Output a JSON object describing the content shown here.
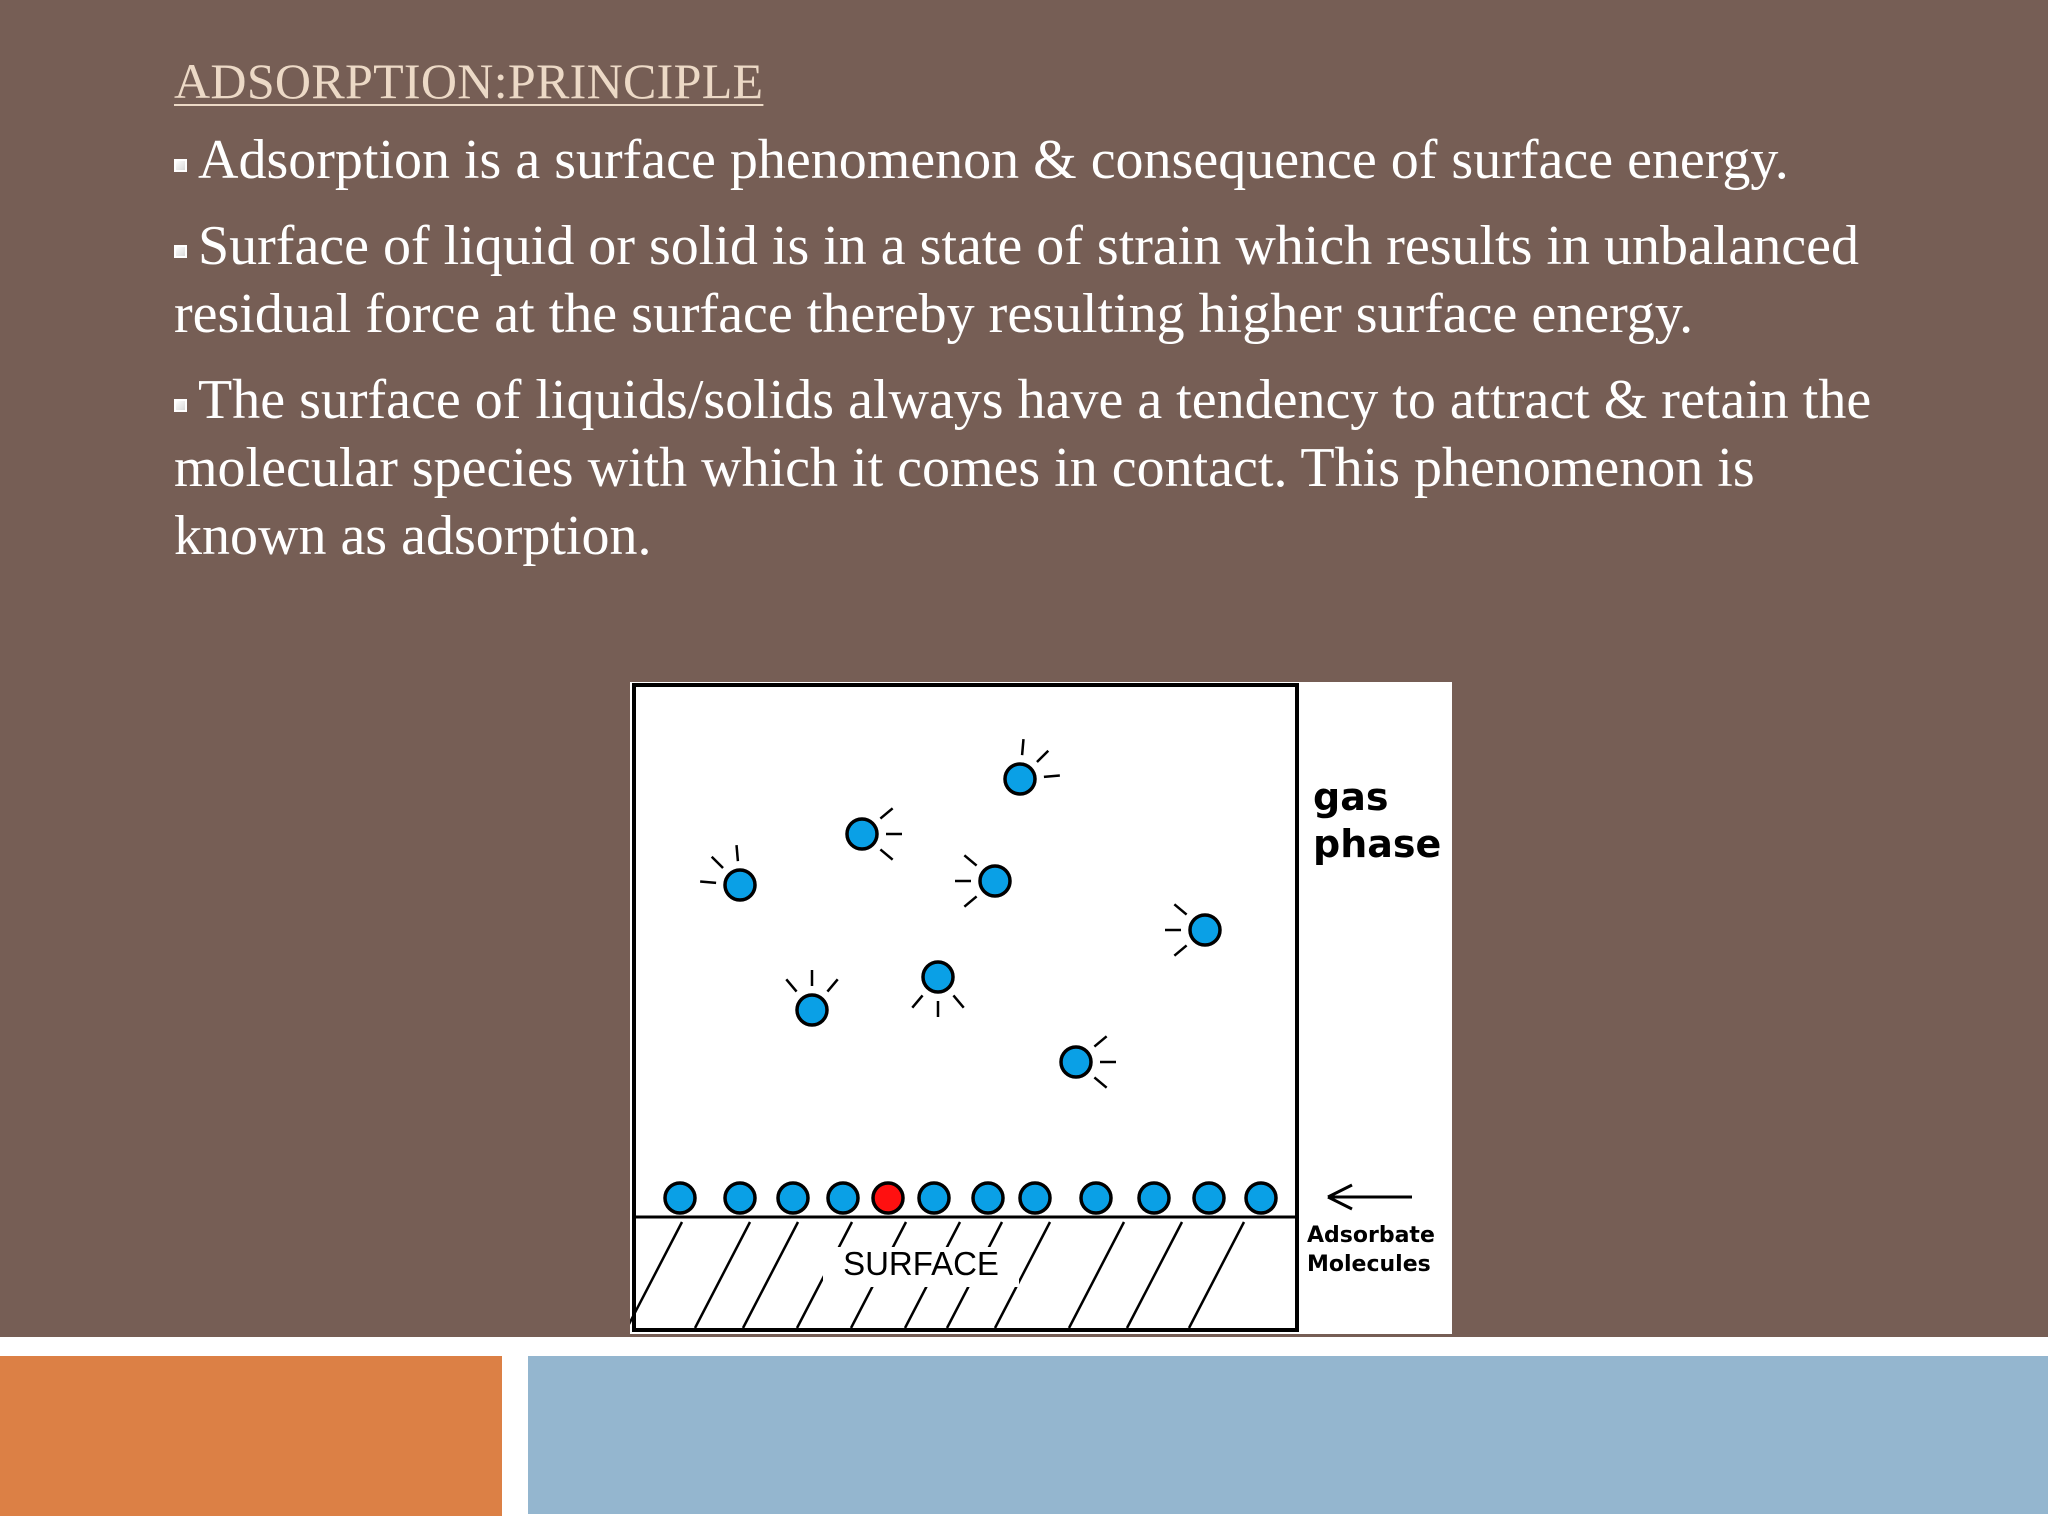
{
  "slide": {
    "title": "ADSORPTION:PRINCIPLE",
    "bullets": [
      "Adsorption is a surface phenomenon & consequence of surface energy.",
      "Surface of liquid or solid is in a state of strain which results in unbalanced residual force at the surface thereby resulting higher surface energy.",
      "The surface of liquids/solids always have a tendency to attract & retain the molecular species with which it comes in contact. This phenomenon is known as adsorption."
    ]
  },
  "diagram": {
    "gas_label_line1": "gas",
    "gas_label_line2": "phase",
    "surface_label": "SURFACE",
    "adsorbate_line1": "Adsorbate",
    "adsorbate_line2": "Molecules",
    "molecule_color": "#0aa0e6",
    "highlight_color": "#ff1010"
  },
  "colors": {
    "background": "#765e55",
    "title": "#ecd9c6",
    "band_orange": "#dc8045",
    "band_blue": "#94b6cf"
  }
}
